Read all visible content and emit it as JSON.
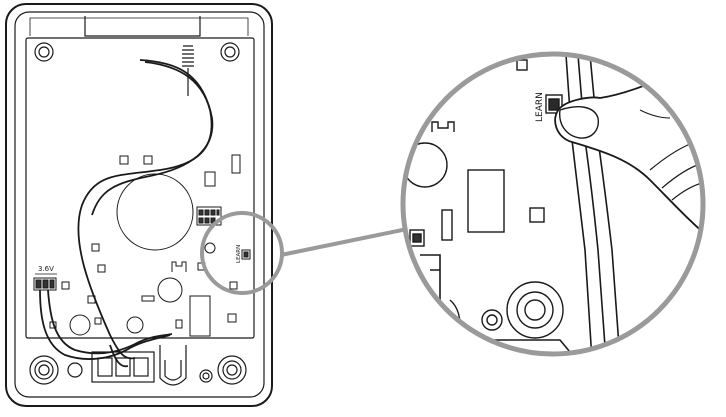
{
  "board": {
    "battery_label": "3.6V",
    "learn_label": "LEARN"
  },
  "zoom": {
    "learn_label": "LEARN"
  },
  "colors": {
    "line": "#1a1a1a",
    "callout": "#9a9a9a",
    "fill": "#ffffff",
    "dark": "#2a2a2a"
  }
}
